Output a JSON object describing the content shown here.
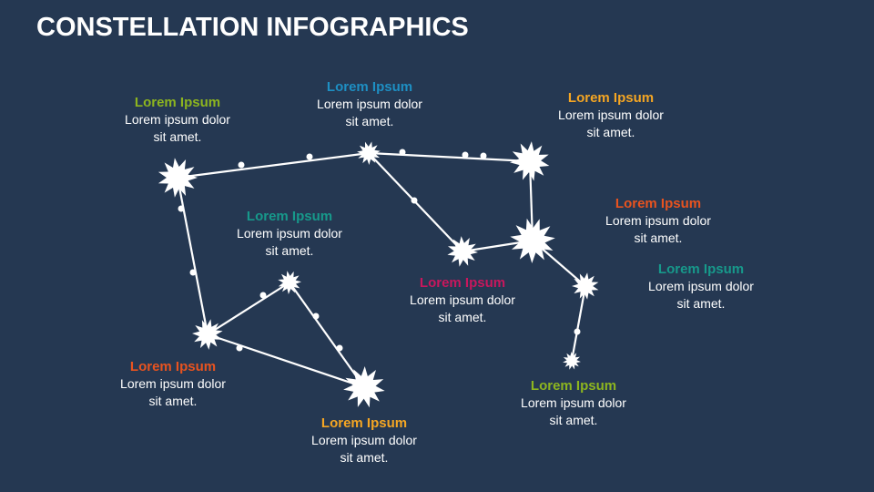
{
  "title": "CONSTELLATION INFOGRAPHICS",
  "colors": {
    "background": "#253852",
    "line": "#ffffff",
    "star": "#ffffff"
  },
  "labels": [
    {
      "heading": "Lorem Ipsum",
      "line1": "Lorem ipsum dolor",
      "line2": "sit amet.",
      "color": "#8db51f"
    },
    {
      "heading": "Lorem Ipsum",
      "line1": "Lorem ipsum dolor",
      "line2": "sit amet.",
      "color": "#1e8fc3"
    },
    {
      "heading": "Lorem Ipsum",
      "line1": "Lorem ipsum dolor",
      "line2": "sit amet.",
      "color": "#f5a623"
    },
    {
      "heading": "Lorem Ipsum",
      "line1": "Lorem ipsum dolor",
      "line2": "sit amet.",
      "color": "#17998b"
    },
    {
      "heading": "Lorem Ipsum",
      "line1": "Lorem ipsum dolor",
      "line2": "sit amet.",
      "color": "#e8531f"
    },
    {
      "heading": "Lorem Ipsum",
      "line1": "Lorem ipsum dolor",
      "line2": "sit amet.",
      "color": "#17998b"
    },
    {
      "heading": "Lorem Ipsum",
      "line1": "Lorem ipsum dolor",
      "line2": "sit amet.",
      "color": "#c8175d"
    },
    {
      "heading": "Lorem Ipsum",
      "line1": "Lorem ipsum dolor",
      "line2": "sit amet.",
      "color": "#e8531f"
    },
    {
      "heading": "Lorem Ipsum",
      "line1": "Lorem ipsum dolor",
      "line2": "sit amet.",
      "color": "#8db51f"
    },
    {
      "heading": "Lorem Ipsum",
      "line1": "Lorem ipsum dolor",
      "line2": "sit amet.",
      "color": "#f5a623"
    }
  ]
}
